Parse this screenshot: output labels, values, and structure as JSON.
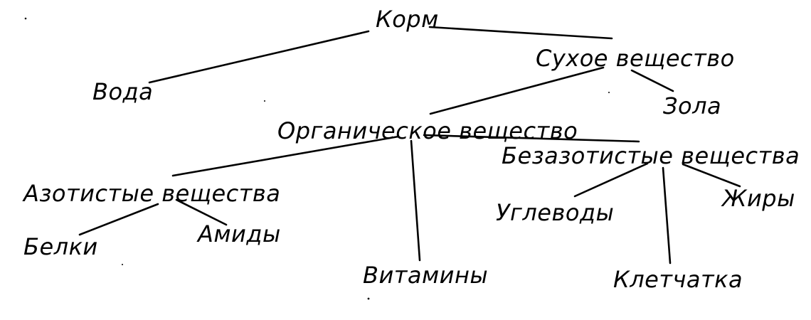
{
  "diagram": {
    "type": "tree",
    "nodes": {
      "korm": "Корм",
      "voda": "Вода",
      "sukhoe": "Сухое вещество",
      "zola": "Зола",
      "organicheskoe": "Органическое вещество",
      "azotistye": "Азотистые вещества",
      "belki": "Белки",
      "amidy": "Амиды",
      "vitaminy": "Витамины",
      "bezazotistye": "Безазотистые вещества",
      "uglevody": "Углеводы",
      "kletchatka": "Клетчатка",
      "zhiry": "Жиры"
    },
    "edges": [
      [
        "korm",
        "voda"
      ],
      [
        "korm",
        "sukhoe"
      ],
      [
        "sukhoe",
        "organicheskoe"
      ],
      [
        "sukhoe",
        "zola"
      ],
      [
        "organicheskoe",
        "azotistye"
      ],
      [
        "organicheskoe",
        "vitaminy"
      ],
      [
        "organicheskoe",
        "bezazotistye"
      ],
      [
        "azotistye",
        "belki"
      ],
      [
        "azotistye",
        "amidy"
      ],
      [
        "bezazotistye",
        "uglevody"
      ],
      [
        "bezazotistye",
        "kletchatka"
      ],
      [
        "bezazotistye",
        "zhiry"
      ]
    ]
  }
}
